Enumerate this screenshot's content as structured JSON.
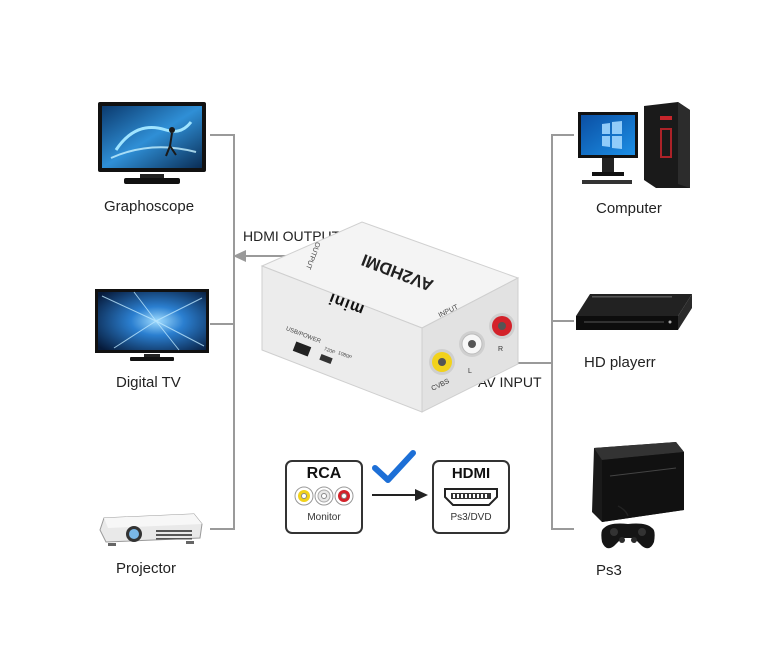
{
  "left_devices": [
    {
      "label": "Graphoscope"
    },
    {
      "label": "Digital  TV"
    },
    {
      "label": "Projector"
    }
  ],
  "right_devices": [
    {
      "label": "Computer"
    },
    {
      "label": "HD playerr"
    },
    {
      "label": "Ps3"
    }
  ],
  "connections": {
    "output_label": "HDMI OUTPUT",
    "input_label": "AV INPUT"
  },
  "converter": {
    "model_text": "AV2HDMI",
    "brand_text": "mini",
    "output_port_text": "OUTPUT",
    "input_port_text": "INPUT",
    "power_text": "USB/POWER",
    "switch_text_720": "720P",
    "switch_text_1080": "1080P",
    "cvbs_text": "CVBS",
    "l_text": "L",
    "r_text": "R"
  },
  "conversion": {
    "from_title": "RCA",
    "from_sub": "Monitor",
    "to_title": "HDMI",
    "to_sub": "Ps3/DVD"
  },
  "colors": {
    "line": "#9a9a9a",
    "check": "#1d6fd6",
    "rca_yellow": "#f2d21b",
    "rca_white": "#e8e8e8",
    "rca_red": "#d3222a"
  }
}
